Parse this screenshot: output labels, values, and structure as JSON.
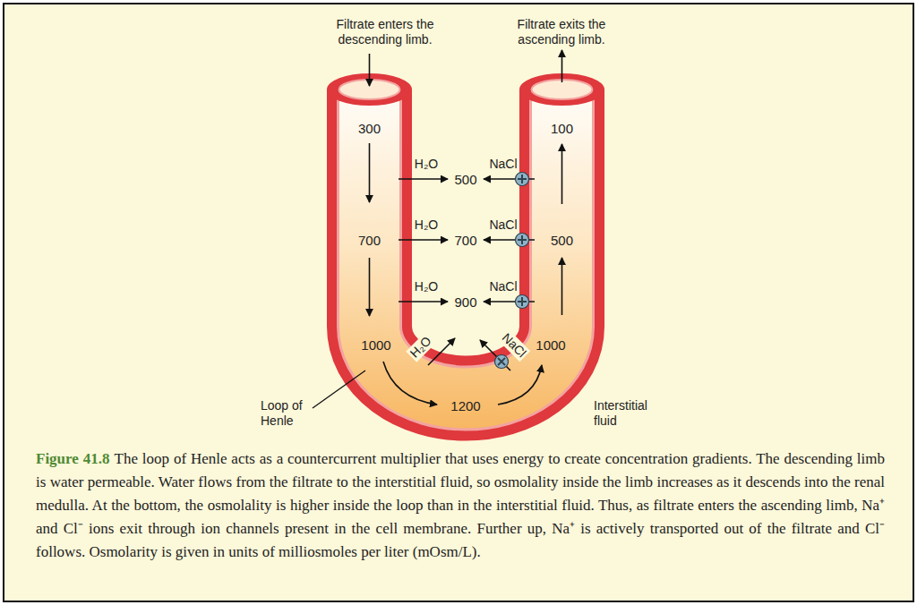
{
  "diagram": {
    "caption": "The loop of Henle acts as a countercurrent multiplier that uses energy to create concentration gradients. The descending limb is water permeable. Water flows from the filtrate to the interstitial fluid, so osmolality inside the limb increases as it descends into the renal medulla. At the bottom, the osmolality is higher inside the loop than in the interstitial fluid. Thus, as filtrate enters the ascending limb, Na⁺ and Cl⁻ ions exit through ion channels present in the cell membrane. Further up, Na⁺ is actively transported out of the filtrate and Cl⁻ follows. Osmolarity is given in units of milliosmoles per liter (mOsm/L).",
    "labels": [
      "Filtrate enters the descending limb.",
      "Filtrate exits the ascending limb.",
      "300",
      "100",
      "H₂O",
      "500",
      "NaCl",
      "700",
      "H₂O",
      "700",
      "NaCl",
      "500",
      "H₂O",
      "900",
      "NaCl",
      "1000",
      "H₂O",
      "NaCl",
      "1000",
      "Loop of Henle",
      "1200",
      "Interstitial fluid",
      "Figure 41.8"
    ]
  }
}
